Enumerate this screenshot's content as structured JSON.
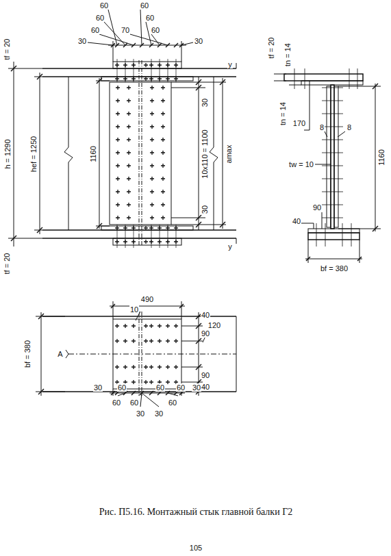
{
  "diagram": {
    "caption": "Рис. П5.16. Монтажный стык главной балки Г2",
    "labels": [
      "60",
      "60",
      "60",
      "60",
      "60",
      "60",
      "70",
      "30",
      "30",
      "tf = 20",
      "h = 1290",
      "hef = 1250",
      "tf = 20",
      "1160",
      "10x110 = 1100",
      "30",
      "30",
      "amax",
      "y",
      "y",
      "tf = 20",
      "tn = 14",
      "tn = 14",
      "170",
      "8",
      "8",
      "tw = 10",
      "1160",
      "90",
      "40",
      "bf = 380",
      "490",
      "10",
      "40",
      "120",
      "90",
      "90",
      "40",
      "bf = 380",
      "A",
      "30",
      "60",
      "60",
      "60",
      "60",
      "30",
      "60",
      "30",
      "30",
      "60",
      "105"
    ]
  }
}
